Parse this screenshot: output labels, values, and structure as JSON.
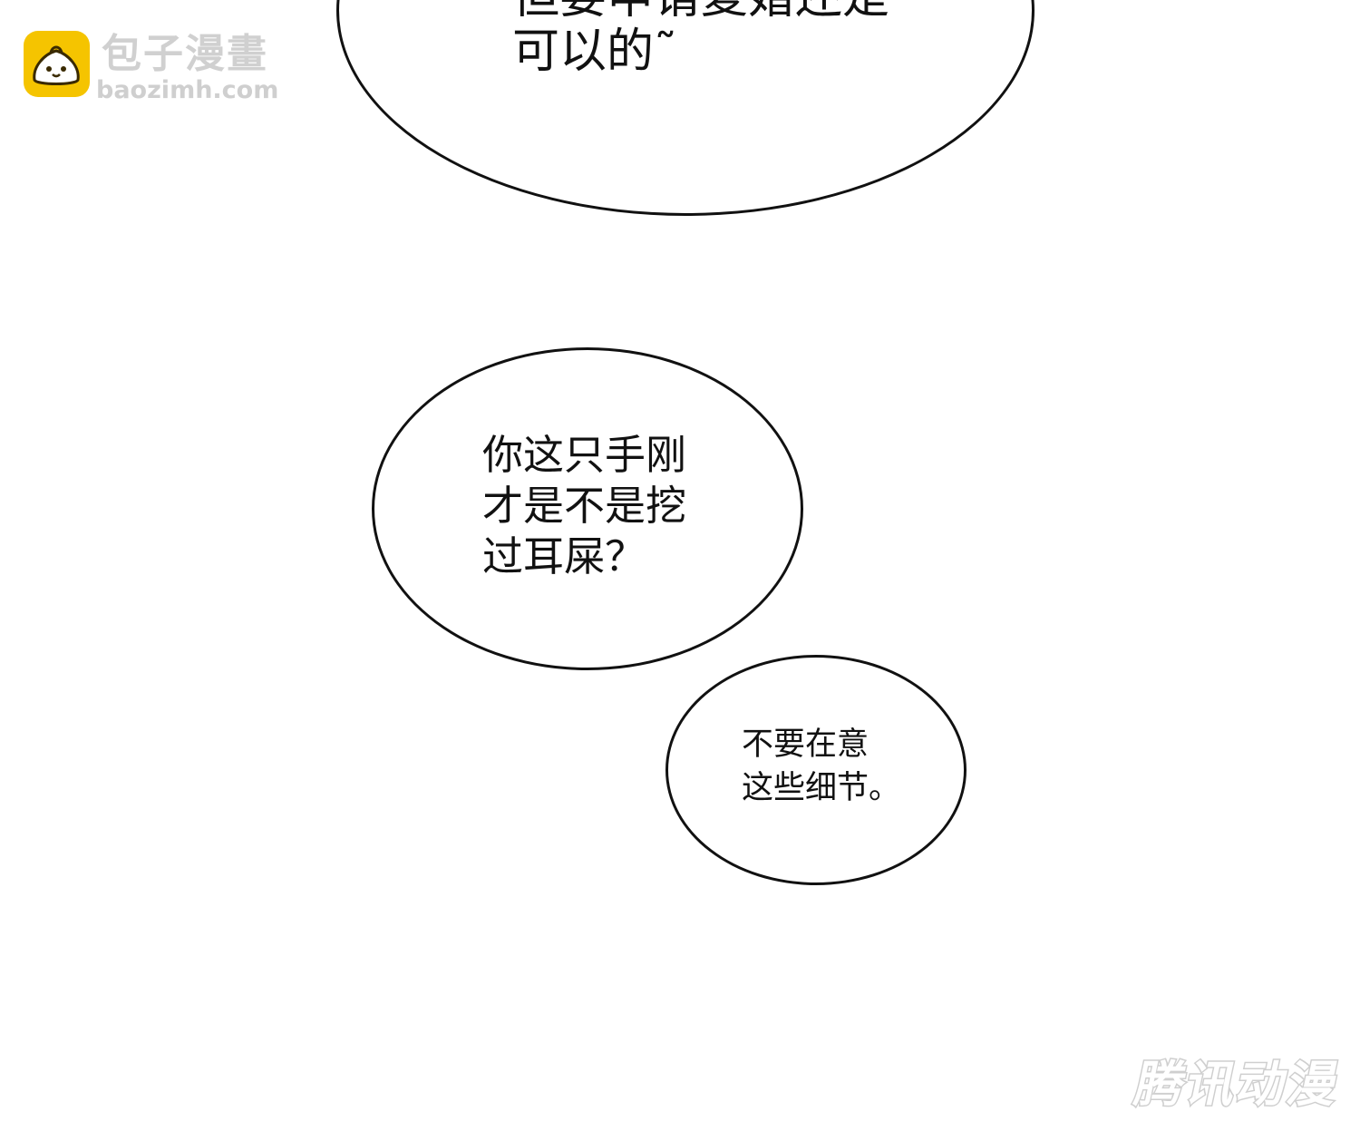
{
  "watermark_top": {
    "title": "包子漫畫",
    "url": "baozimh.com",
    "logo": "bun-face-icon",
    "logo_color": "#f5c400"
  },
  "watermark_bottom": {
    "text": "腾讯动漫"
  },
  "bubbles": {
    "top": {
      "line1": "但要申请复婚还是",
      "line2": "可以的˜"
    },
    "middle": {
      "text": "你这只手刚\n才是不是挖\n过耳屎？"
    },
    "lower": {
      "text": "不要在意\n这些细节。"
    }
  },
  "colors": {
    "ink": "#111111",
    "background": "#ffffff"
  }
}
